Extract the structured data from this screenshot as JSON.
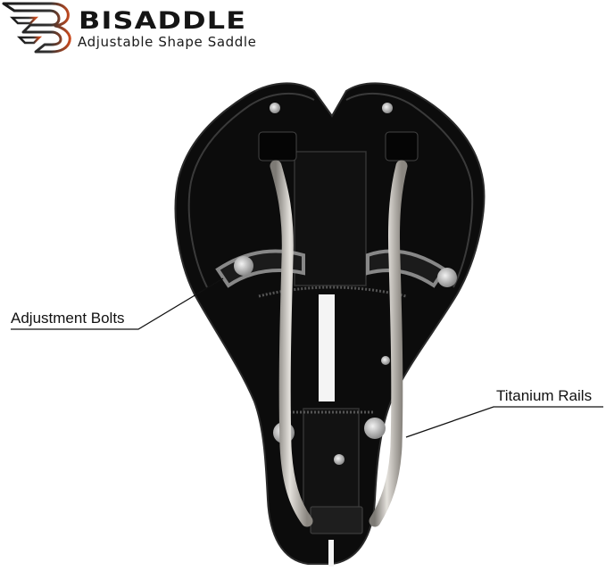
{
  "brand": {
    "name": "BISADDLE",
    "tagline": "Adjustable Shape Saddle",
    "logo_icon": "winged-b-logo-icon"
  },
  "product": {
    "subject": "bicycle saddle underside",
    "colors": {
      "shell": "#0c0c0c",
      "rails": "#b9b5ae",
      "background": "#ffffff"
    }
  },
  "callouts": [
    {
      "label": "Adjustment Bolts",
      "side": "left"
    },
    {
      "label": "Titanium Rails",
      "side": "right"
    }
  ]
}
